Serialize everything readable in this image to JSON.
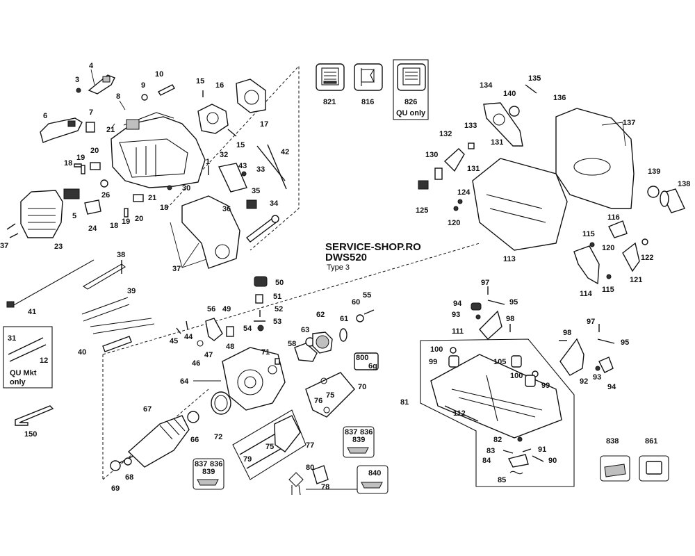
{
  "title": {
    "site": "SERVICE-SHOP.RO",
    "model": "DWS520",
    "type": "Type 3"
  },
  "boxes": {
    "qu_mkt_only": "QU Mkt\nonly",
    "qu_only": "QU only"
  },
  "part_numbers": {
    "p1": "1",
    "p3": "3",
    "p4": "4",
    "p5": "5",
    "p6": "6",
    "p7": "7",
    "p8": "8",
    "p9": "9",
    "p10": "10",
    "p12": "12",
    "p15a": "15",
    "p15b": "15",
    "p16": "16",
    "p17": "17",
    "p18a": "18",
    "p18b": "18",
    "p18c": "18",
    "p19a": "19",
    "p19b": "19",
    "p20a": "20",
    "p20b": "20",
    "p21a": "21",
    "p21b": "21",
    "p23": "23",
    "p24": "24",
    "p26": "26",
    "p30": "30",
    "p31": "31",
    "p32": "32",
    "p33": "33",
    "p34": "34",
    "p35": "35",
    "p36": "36",
    "p37a": "37",
    "p37b": "37",
    "p38": "38",
    "p39": "39",
    "p40": "40",
    "p41": "41",
    "p42": "42",
    "p43": "43",
    "p44": "44",
    "p45": "45",
    "p46": "46",
    "p47": "47",
    "p48": "48",
    "p49": "49",
    "p50": "50",
    "p51": "51",
    "p52": "52",
    "p53": "53",
    "p54": "54",
    "p55": "55",
    "p56": "56",
    "p58": "58",
    "p60": "60",
    "p61": "61",
    "p62": "62",
    "p63": "63",
    "p64": "64",
    "p66": "66",
    "p67": "67",
    "p68": "68",
    "p69": "69",
    "p70": "70",
    "p71": "71",
    "p72": "72",
    "p75a": "75",
    "p75b": "75",
    "p76": "76",
    "p77": "77",
    "p78": "78",
    "p79": "79",
    "p80": "80",
    "p81": "81",
    "p82": "82",
    "p83": "83",
    "p84": "84",
    "p85": "85",
    "p90": "90",
    "p91": "91",
    "p92": "92",
    "p93a": "93",
    "p93b": "93",
    "p94a": "94",
    "p94b": "94",
    "p95a": "95",
    "p95b": "95",
    "p97a": "97",
    "p97b": "97",
    "p98a": "98",
    "p98b": "98",
    "p99a": "99",
    "p99b": "99",
    "p100a": "100",
    "p100b": "100",
    "p105": "105",
    "p111": "111",
    "p112": "112",
    "p113": "113",
    "p114": "114",
    "p115a": "115",
    "p115b": "115",
    "p116": "116",
    "p120a": "120",
    "p120b": "120",
    "p121": "121",
    "p122": "122",
    "p124": "124",
    "p125": "125",
    "p130": "130",
    "p131a": "131",
    "p131b": "131",
    "p132": "132",
    "p133": "133",
    "p134": "134",
    "p135": "135",
    "p136": "136",
    "p137": "137",
    "p138": "138",
    "p139": "139",
    "p140": "140",
    "p150": "150",
    "p800": "800",
    "p800g": "6g",
    "p821": "821",
    "p816": "816",
    "p826": "826",
    "p836a": "836",
    "p837a": "837",
    "p839a": "839",
    "p836b": "836",
    "p837b": "837",
    "p839b": "839",
    "p838": "838",
    "p840": "840",
    "p861": "861"
  }
}
